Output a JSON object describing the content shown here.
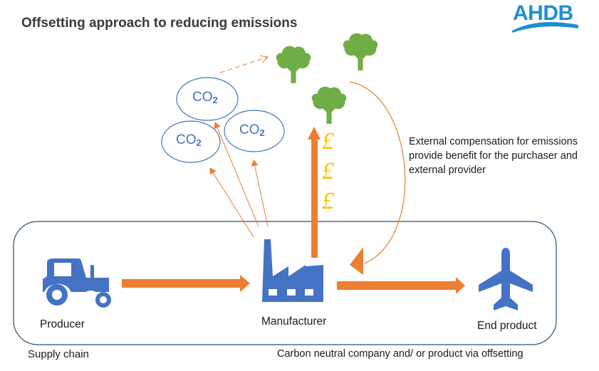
{
  "title": "Offsetting approach to reducing emissions",
  "logo": {
    "text": "AHDB",
    "color": "#1f8fd1"
  },
  "co2_clouds": [
    {
      "main": "CO",
      "sub": "2"
    },
    {
      "main": "CO",
      "sub": "2"
    },
    {
      "main": "CO",
      "sub": "2"
    }
  ],
  "currency_symbols": [
    "£",
    "£",
    "£"
  ],
  "note": "External compensation for emissions provide benefit for the purchaser and external provider",
  "nodes": {
    "producer": "Producer",
    "manufacturer": "Manufacturer",
    "end_product": "End product"
  },
  "footer": {
    "supply_chain": "Supply chain",
    "carbon_neutral": "Carbon neutral company and/ or product via offsetting"
  },
  "icons": {
    "producer": "tractor-icon",
    "manufacturer": "factory-icon",
    "end_product": "airplane-icon",
    "offset": "tree-icon"
  },
  "colors": {
    "arrow": "#ed7d31",
    "icon_blue": "#4472c4",
    "tree_green": "#70ad47",
    "currency": "#ffc000",
    "frame": "#2f4f6f"
  }
}
